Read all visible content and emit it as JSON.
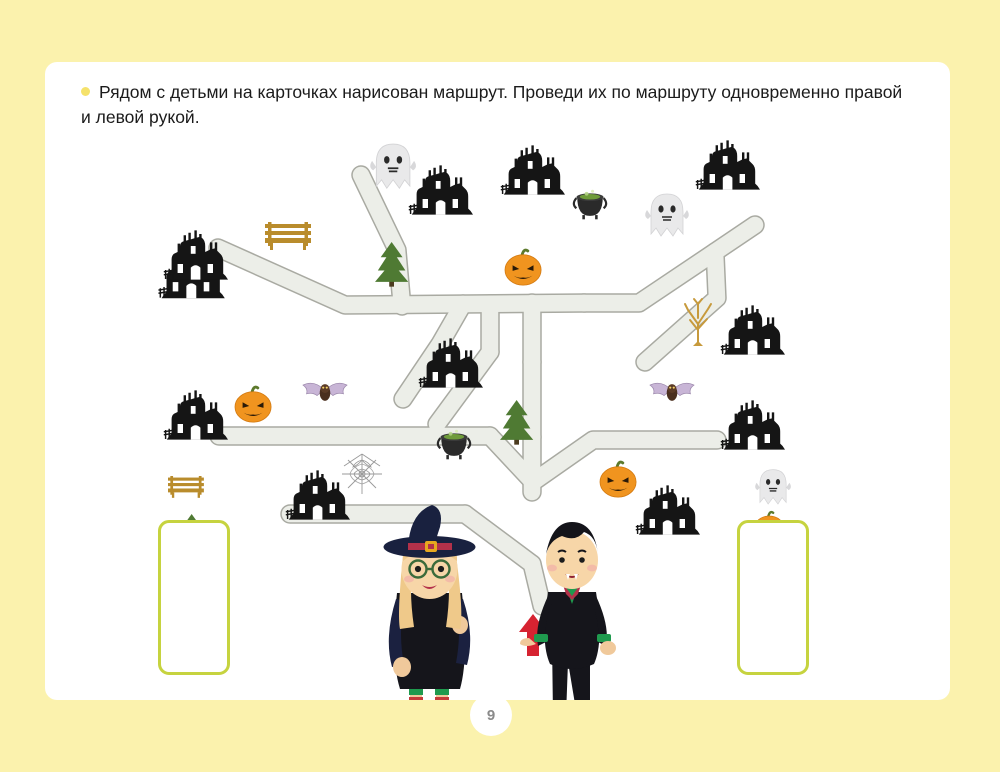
{
  "page": {
    "background_color": "#fbf2ad",
    "card_color": "#ffffff",
    "number": "9"
  },
  "instruction": {
    "bullet_color": "#f5e26b",
    "text": "Рядом с детьми на карточках нарисован маршрут. Проведи их по маршруту одновременно правой и левой рукой."
  },
  "maze": {
    "path_fill": "#eceee8",
    "path_stroke": "#a9aaa2",
    "stroke_width": 1.6,
    "path_thickness": 17
  },
  "answer_cards": [
    {
      "id": "left-card",
      "border_color": "#c6d33f",
      "items": [
        "bench-icon",
        "pine-tree-icon",
        "red-arrow-up-icon"
      ],
      "labels": [
        "Скамейка",
        "Ёлка",
        "Стрелка вверх"
      ]
    },
    {
      "id": "right-card",
      "border_color": "#c6d33f",
      "items": [
        "ghost-icon",
        "pumpkin-icon",
        "red-arrow-up-icon"
      ],
      "labels": [
        "Привидение",
        "Тыква",
        "Стрелка вверх"
      ]
    }
  ],
  "characters": [
    {
      "id": "witch-girl",
      "label": "Девочка-ведьма",
      "hat_color": "#19213f",
      "band_color": "#b3314a",
      "hair_color": "#efc98a",
      "robe_color": "#15151b"
    },
    {
      "id": "vampire-boy",
      "label": "Мальчик-вампир",
      "hair_color": "#14141a",
      "suit_color": "#15151b",
      "cuff_color": "#1f9a4e"
    }
  ],
  "decorations": {
    "haunted_house_color": "#151515",
    "pumpkin_color": "#f0941f",
    "tree_color": "#4f7a33",
    "bench_color": "#b98c2c",
    "bat_wing_color": "#c8b5d6",
    "ghost_color": "#e9e9ea",
    "cauldron_color": "#2a2a2a",
    "dead_tree_color": "#c79a3c",
    "web_color": "#9a9a9a",
    "items": [
      "haunted-house",
      "haunted-house",
      "haunted-house",
      "haunted-house",
      "haunted-house",
      "haunted-house",
      "haunted-house",
      "haunted-house",
      "haunted-house",
      "haunted-house",
      "haunted-house",
      "ghost",
      "ghost",
      "pumpkin",
      "pumpkin",
      "pumpkin",
      "pumpkin",
      "pine-tree",
      "pine-tree",
      "bench",
      "bat",
      "bat",
      "cauldron",
      "cauldron",
      "dead-tree",
      "spider-web"
    ]
  }
}
